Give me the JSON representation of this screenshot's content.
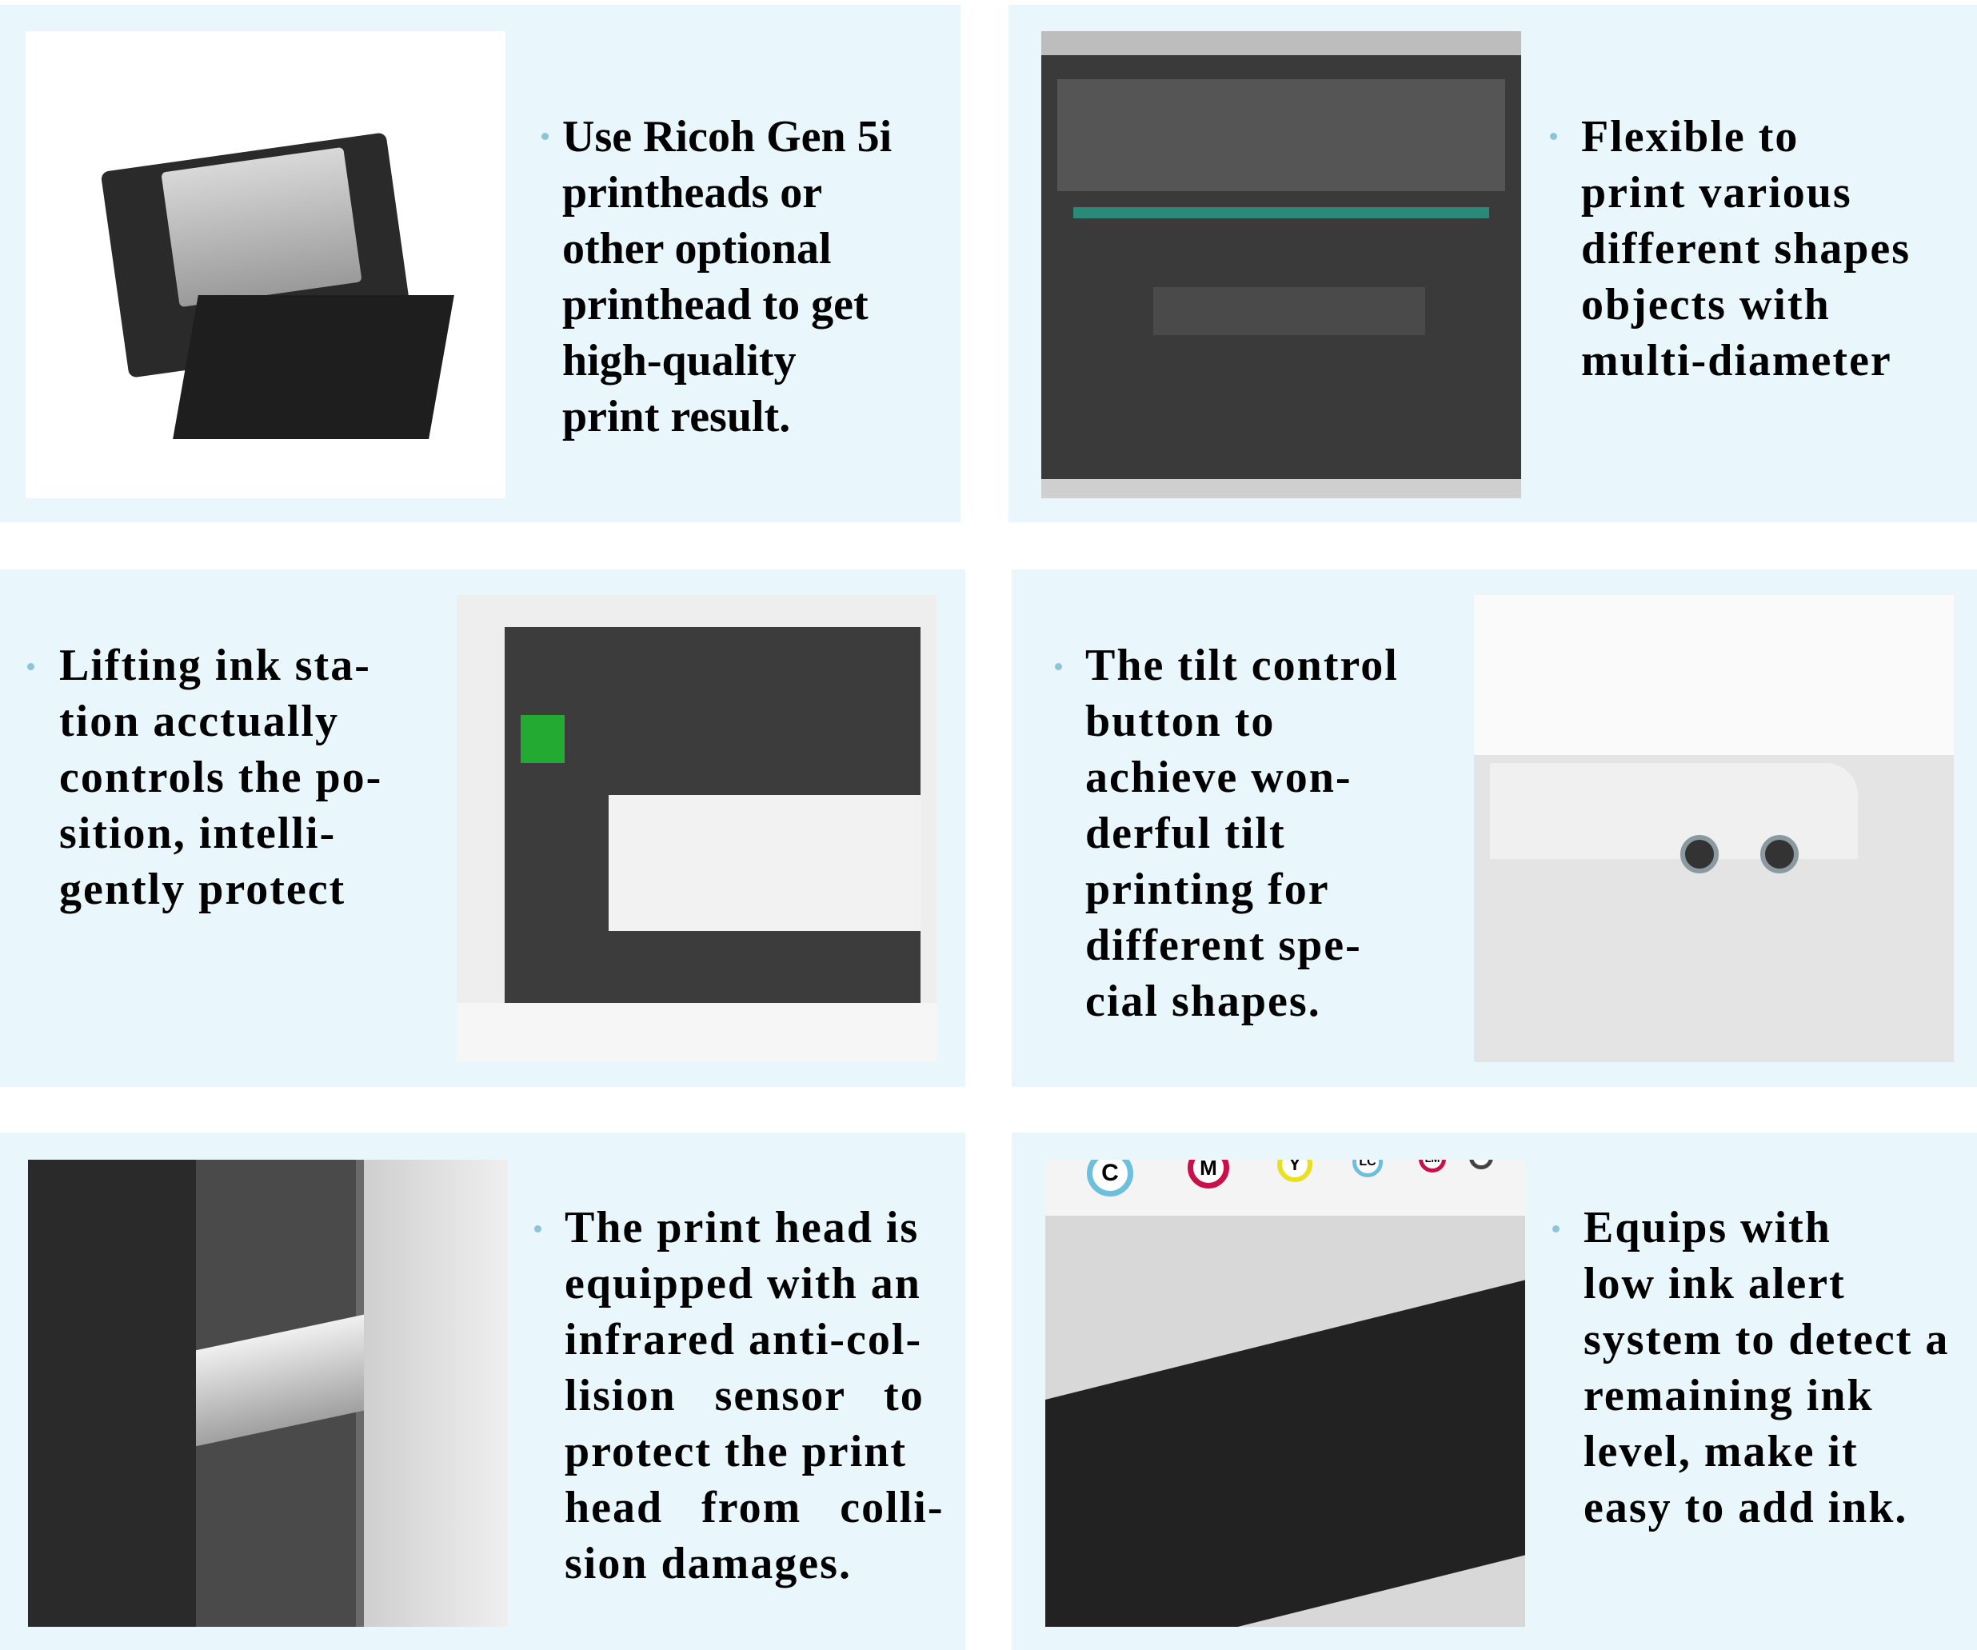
{
  "panels": [
    {
      "text_lines": [
        "Use Ricoh Gen 5i",
        "printheads or",
        "other optional",
        "printhead to get",
        "high-quality",
        "print result."
      ]
    },
    {
      "text_lines": [
        "Flexible to",
        "print various",
        "different shapes",
        "objects with",
        "multi-diameter"
      ]
    },
    {
      "text_lines": [
        "Lifting ink sta-",
        "tion acctually",
        "controls the po-",
        "sition, intelli-",
        "gently protect"
      ]
    },
    {
      "text_lines": [
        "The tilt control",
        "button to",
        "achieve won-",
        "derful tilt",
        "printing for",
        "different spe-",
        "cial shapes."
      ]
    },
    {
      "text_lines": [
        "The print head is",
        "equipped with an",
        "infrared anti-col-",
        "lision   sensor   to",
        "protect the print",
        "head   from   colli-",
        "sion damages."
      ]
    },
    {
      "text_lines": [
        "Equips with",
        "low ink alert",
        "system to detect a",
        "remaining ink",
        "level, make it",
        "easy to add ink."
      ]
    }
  ],
  "ink_labels": [
    "C",
    "M",
    "Y",
    "LC",
    "LM",
    "Bk"
  ],
  "colors": {
    "panel_bg": "#e9f6fb",
    "bullet": "#8cc4d8",
    "cyan": "#6cc0dc",
    "magenta": "#c8104a",
    "yellow": "#e8e020"
  }
}
